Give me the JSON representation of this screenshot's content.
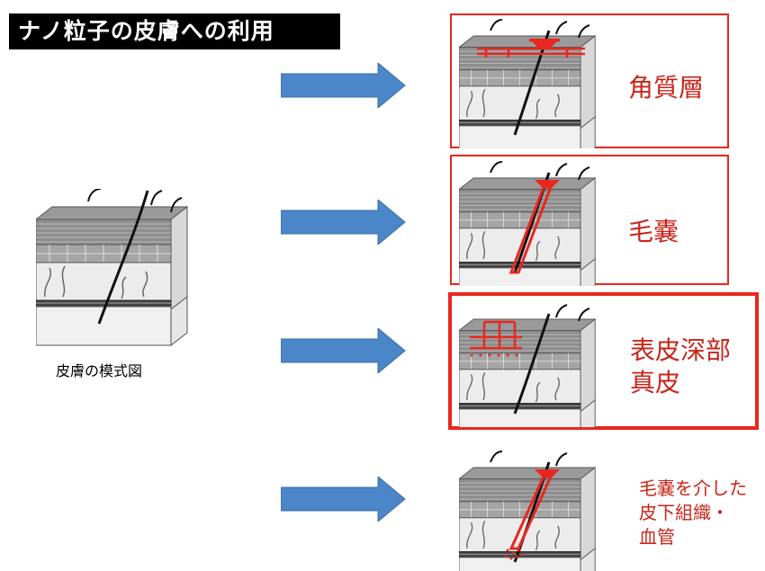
{
  "title": "ナノ粒子の皮膚への利用",
  "skin_model": {
    "caption": "皮膚の模式図"
  },
  "targets": [
    {
      "label_lines": [
        "角質層"
      ]
    },
    {
      "label_lines": [
        "毛嚢"
      ]
    },
    {
      "label_lines": [
        "表皮深部",
        "真皮"
      ]
    },
    {
      "label_lines": [
        "毛嚢を介した",
        "皮下組織・",
        "血管"
      ]
    }
  ],
  "colors": {
    "highlight": "#e8271f",
    "arrow": "#4a86c8",
    "layer_gray": "#8a8a8a"
  }
}
